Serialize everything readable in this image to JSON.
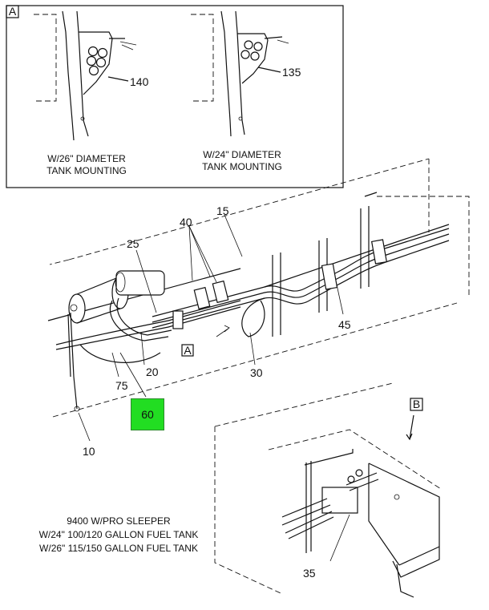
{
  "colors": {
    "highlight": "#22dd22",
    "line": "#111111"
  },
  "inset": {
    "letter": "A",
    "left_caption": [
      "W/26\" DIAMETER",
      "TANK MOUNTING"
    ],
    "right_caption": [
      "W/24\" DIAMETER",
      "TANK MOUNTING"
    ],
    "left_callout": "140",
    "right_callout": "135"
  },
  "main": {
    "callouts": {
      "c15": "15",
      "c40": "40",
      "c25": "25",
      "c20": "20",
      "c75": "75",
      "c60": "60",
      "c10": "10",
      "c30": "30",
      "c45": "45",
      "c35": "35"
    },
    "view_a_letter": "A",
    "view_b_letter": "B",
    "note": [
      "9400 W/PRO SLEEPER",
      "W/24\" 100/120 GALLON FUEL TANK",
      "W/26\" 115/150 GALLON FUEL TANK"
    ]
  }
}
